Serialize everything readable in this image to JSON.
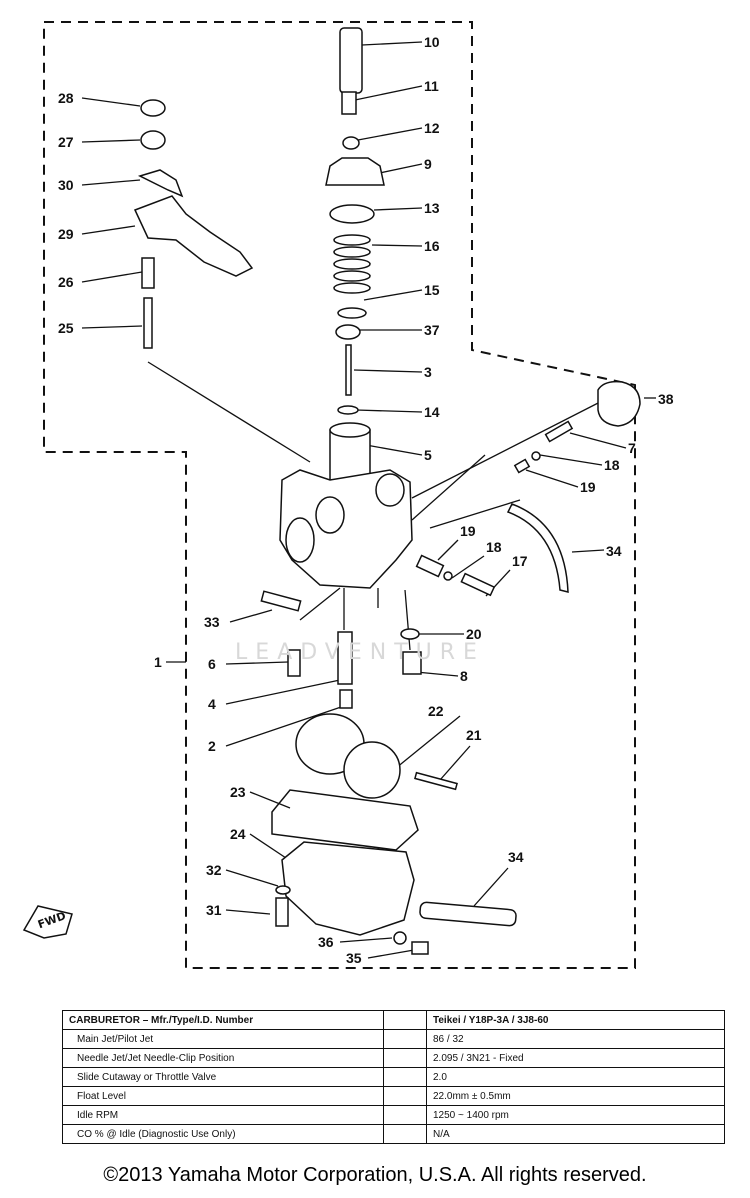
{
  "diagram": {
    "callouts": [
      "10",
      "11",
      "12",
      "9",
      "13",
      "16",
      "15",
      "37",
      "3",
      "14",
      "5",
      "38",
      "7",
      "18",
      "19",
      "19",
      "18",
      "17",
      "34",
      "20",
      "8",
      "28",
      "27",
      "30",
      "29",
      "26",
      "25",
      "33",
      "6",
      "1",
      "4",
      "2",
      "22",
      "21",
      "23",
      "24",
      "32",
      "31",
      "34",
      "36",
      "35"
    ],
    "fwd_label": "FWD",
    "watermark": "LEADVENTURE"
  },
  "spec_table": {
    "header": {
      "label": "CARBURETOR – Mfr./Type/I.D. Number",
      "value": "Teikei / Y18P-3A / 3J8-60"
    },
    "rows": [
      {
        "label": "Main Jet/Pilot Jet",
        "value": "86 / 32"
      },
      {
        "label": "Needle Jet/Jet Needle-Clip Position",
        "value": "2.095 / 3N21 - Fixed"
      },
      {
        "label": "Slide Cutaway or Throttle Valve",
        "value": "2.0"
      },
      {
        "label": "Float Level",
        "value": "22.0mm ± 0.5mm"
      },
      {
        "label": "Idle RPM",
        "value": "1250 ~ 1400 rpm"
      },
      {
        "label": "CO % @ Idle (Diagnostic Use Only)",
        "value": "N/A"
      }
    ]
  },
  "footer": {
    "copyright": "©2013 Yamaha Motor Corporation, U.S.A. All rights reserved."
  }
}
